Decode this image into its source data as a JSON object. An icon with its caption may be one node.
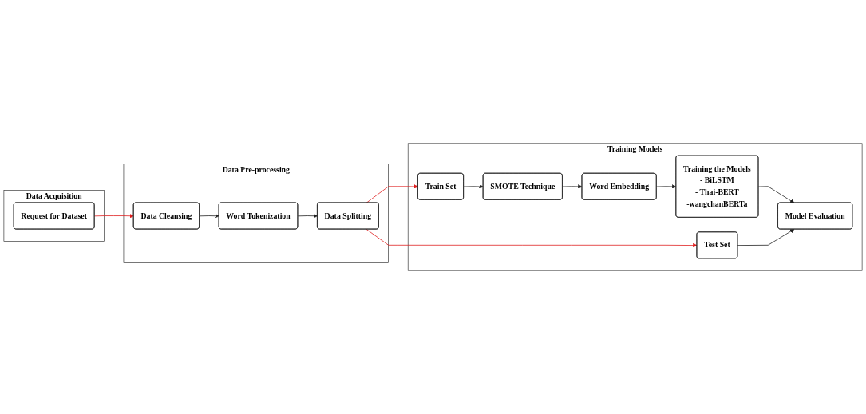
{
  "diagram": {
    "nodes": [
      {
        "text": [
          "Data Acquisition"
        ]
      },
      {
        "text": [
          "Request for Dataset"
        ],
        "in": 0
      },
      {
        "text": [
          "Data Pre-processing"
        ]
      },
      {
        "text": [
          "Data Cleansing"
        ],
        "in": 2
      },
      {
        "text": [
          "Word Tokenization"
        ],
        "in": 2
      },
      {
        "text": [
          "Data Splitting"
        ],
        "in": 2
      },
      {
        "text": [
          "Training Models"
        ]
      },
      {
        "text": [
          "Train Set"
        ],
        "in": 6
      },
      {
        "text": [
          "Test Set"
        ],
        "in": 6
      },
      {
        "text": [
          "SMOTE Technique"
        ],
        "in": 6
      },
      {
        "text": [
          "Word Embedding"
        ],
        "in": 6
      },
      {
        "text": [
          "Training the Models",
          "- BiLSTM",
          "- Thai-BERT",
          "-wangchanBERTa"
        ],
        "in": 6
      },
      {
        "text": [
          "Model Evaluation"
        ],
        "in": 6
      }
    ],
    "edges": [
      {
        "from": 1,
        "to": 3,
        "arrow": "to",
        "color": "#e02020"
      },
      {
        "from": 3,
        "to": 4,
        "arrow": "to"
      },
      {
        "from": 4,
        "to": 5,
        "arrow": "to"
      },
      {
        "from": 5,
        "to": 7,
        "arrow": "to",
        "color": "#e02020"
      },
      {
        "from": 5,
        "to": 8,
        "arrow": "to",
        "color": "#e02020"
      },
      {
        "from": 7,
        "to": 9,
        "arrow": "to"
      },
      {
        "from": 9,
        "to": 10,
        "arrow": "to"
      },
      {
        "from": 10,
        "to": 11,
        "arrow": "to"
      },
      {
        "from": 11,
        "to": 12,
        "arrow": "to"
      },
      {
        "from": 8,
        "to": 12,
        "arrow": "to"
      }
    ]
  }
}
